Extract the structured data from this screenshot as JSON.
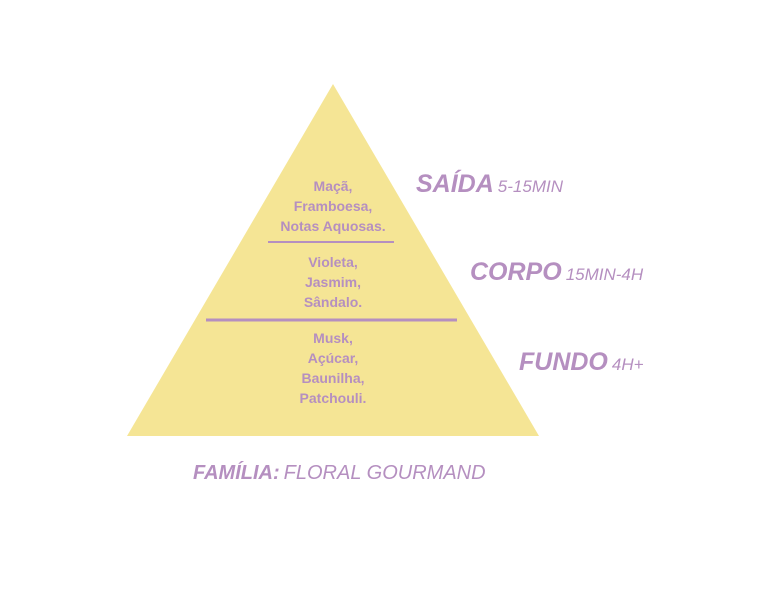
{
  "colors": {
    "pyramid_fill": "#f5e595",
    "accent": "#b58fc0",
    "divider": "#b58fc0"
  },
  "pyramid": {
    "top": {
      "notes": [
        "Maçã,",
        "Framboesa,",
        "Notas Aquosas."
      ],
      "name": "SAÍDA",
      "duration": "5-15MIN"
    },
    "middle": {
      "notes": [
        "Violeta,",
        "Jasmim,",
        "Sândalo."
      ],
      "name": "CORPO",
      "duration": "15MIN-4H"
    },
    "bottom": {
      "notes": [
        "Musk,",
        "Açúcar,",
        "Baunilha,",
        "Patchouli."
      ],
      "name": "FUNDO",
      "duration": "4H+"
    }
  },
  "family": {
    "label": "FAMÍLIA:",
    "value": "FLORAL GOURMAND"
  }
}
